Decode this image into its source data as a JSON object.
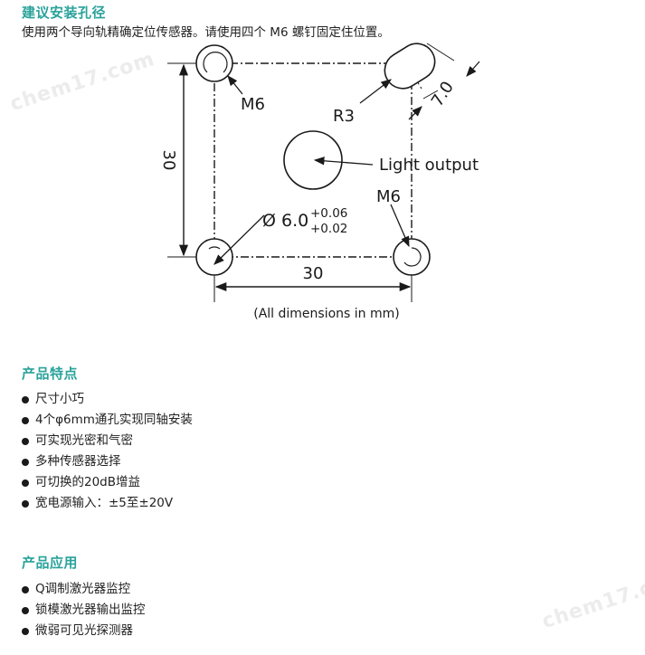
{
  "colors": {
    "accent": "#2aa29b",
    "text": "#222222",
    "line": "#1a1a1a"
  },
  "install_section": {
    "title": "建议安装孔径",
    "intro": "使用两个导向轨精确定位传感器。请使用四个 M6 螺钉固定住位置。"
  },
  "drawing": {
    "label_m6_top": "M6",
    "label_r3": "R3",
    "label_7": "7.0",
    "label_30_vertical": "30",
    "label_light_output": "Light output",
    "label_m6_right": "M6",
    "label_phi": "Ø 6.0",
    "tol_upper": "+0.06",
    "tol_lower": "+0.02",
    "label_30_horizontal": "30",
    "caption": "(All dimensions in mm)"
  },
  "features": {
    "title": "产品特点",
    "items": [
      "尺寸小巧",
      "4个φ6mm通孔实现同轴安装",
      "可实现光密和气密",
      "多种传感器选择",
      "可切换的20dB增益",
      "宽电源输入：±5至±20V"
    ]
  },
  "applications": {
    "title": "产品应用",
    "items": [
      "Q调制激光器监控",
      "锁模激光器输出监控",
      "微弱可见光探测器"
    ]
  },
  "watermark": "chem17.com"
}
